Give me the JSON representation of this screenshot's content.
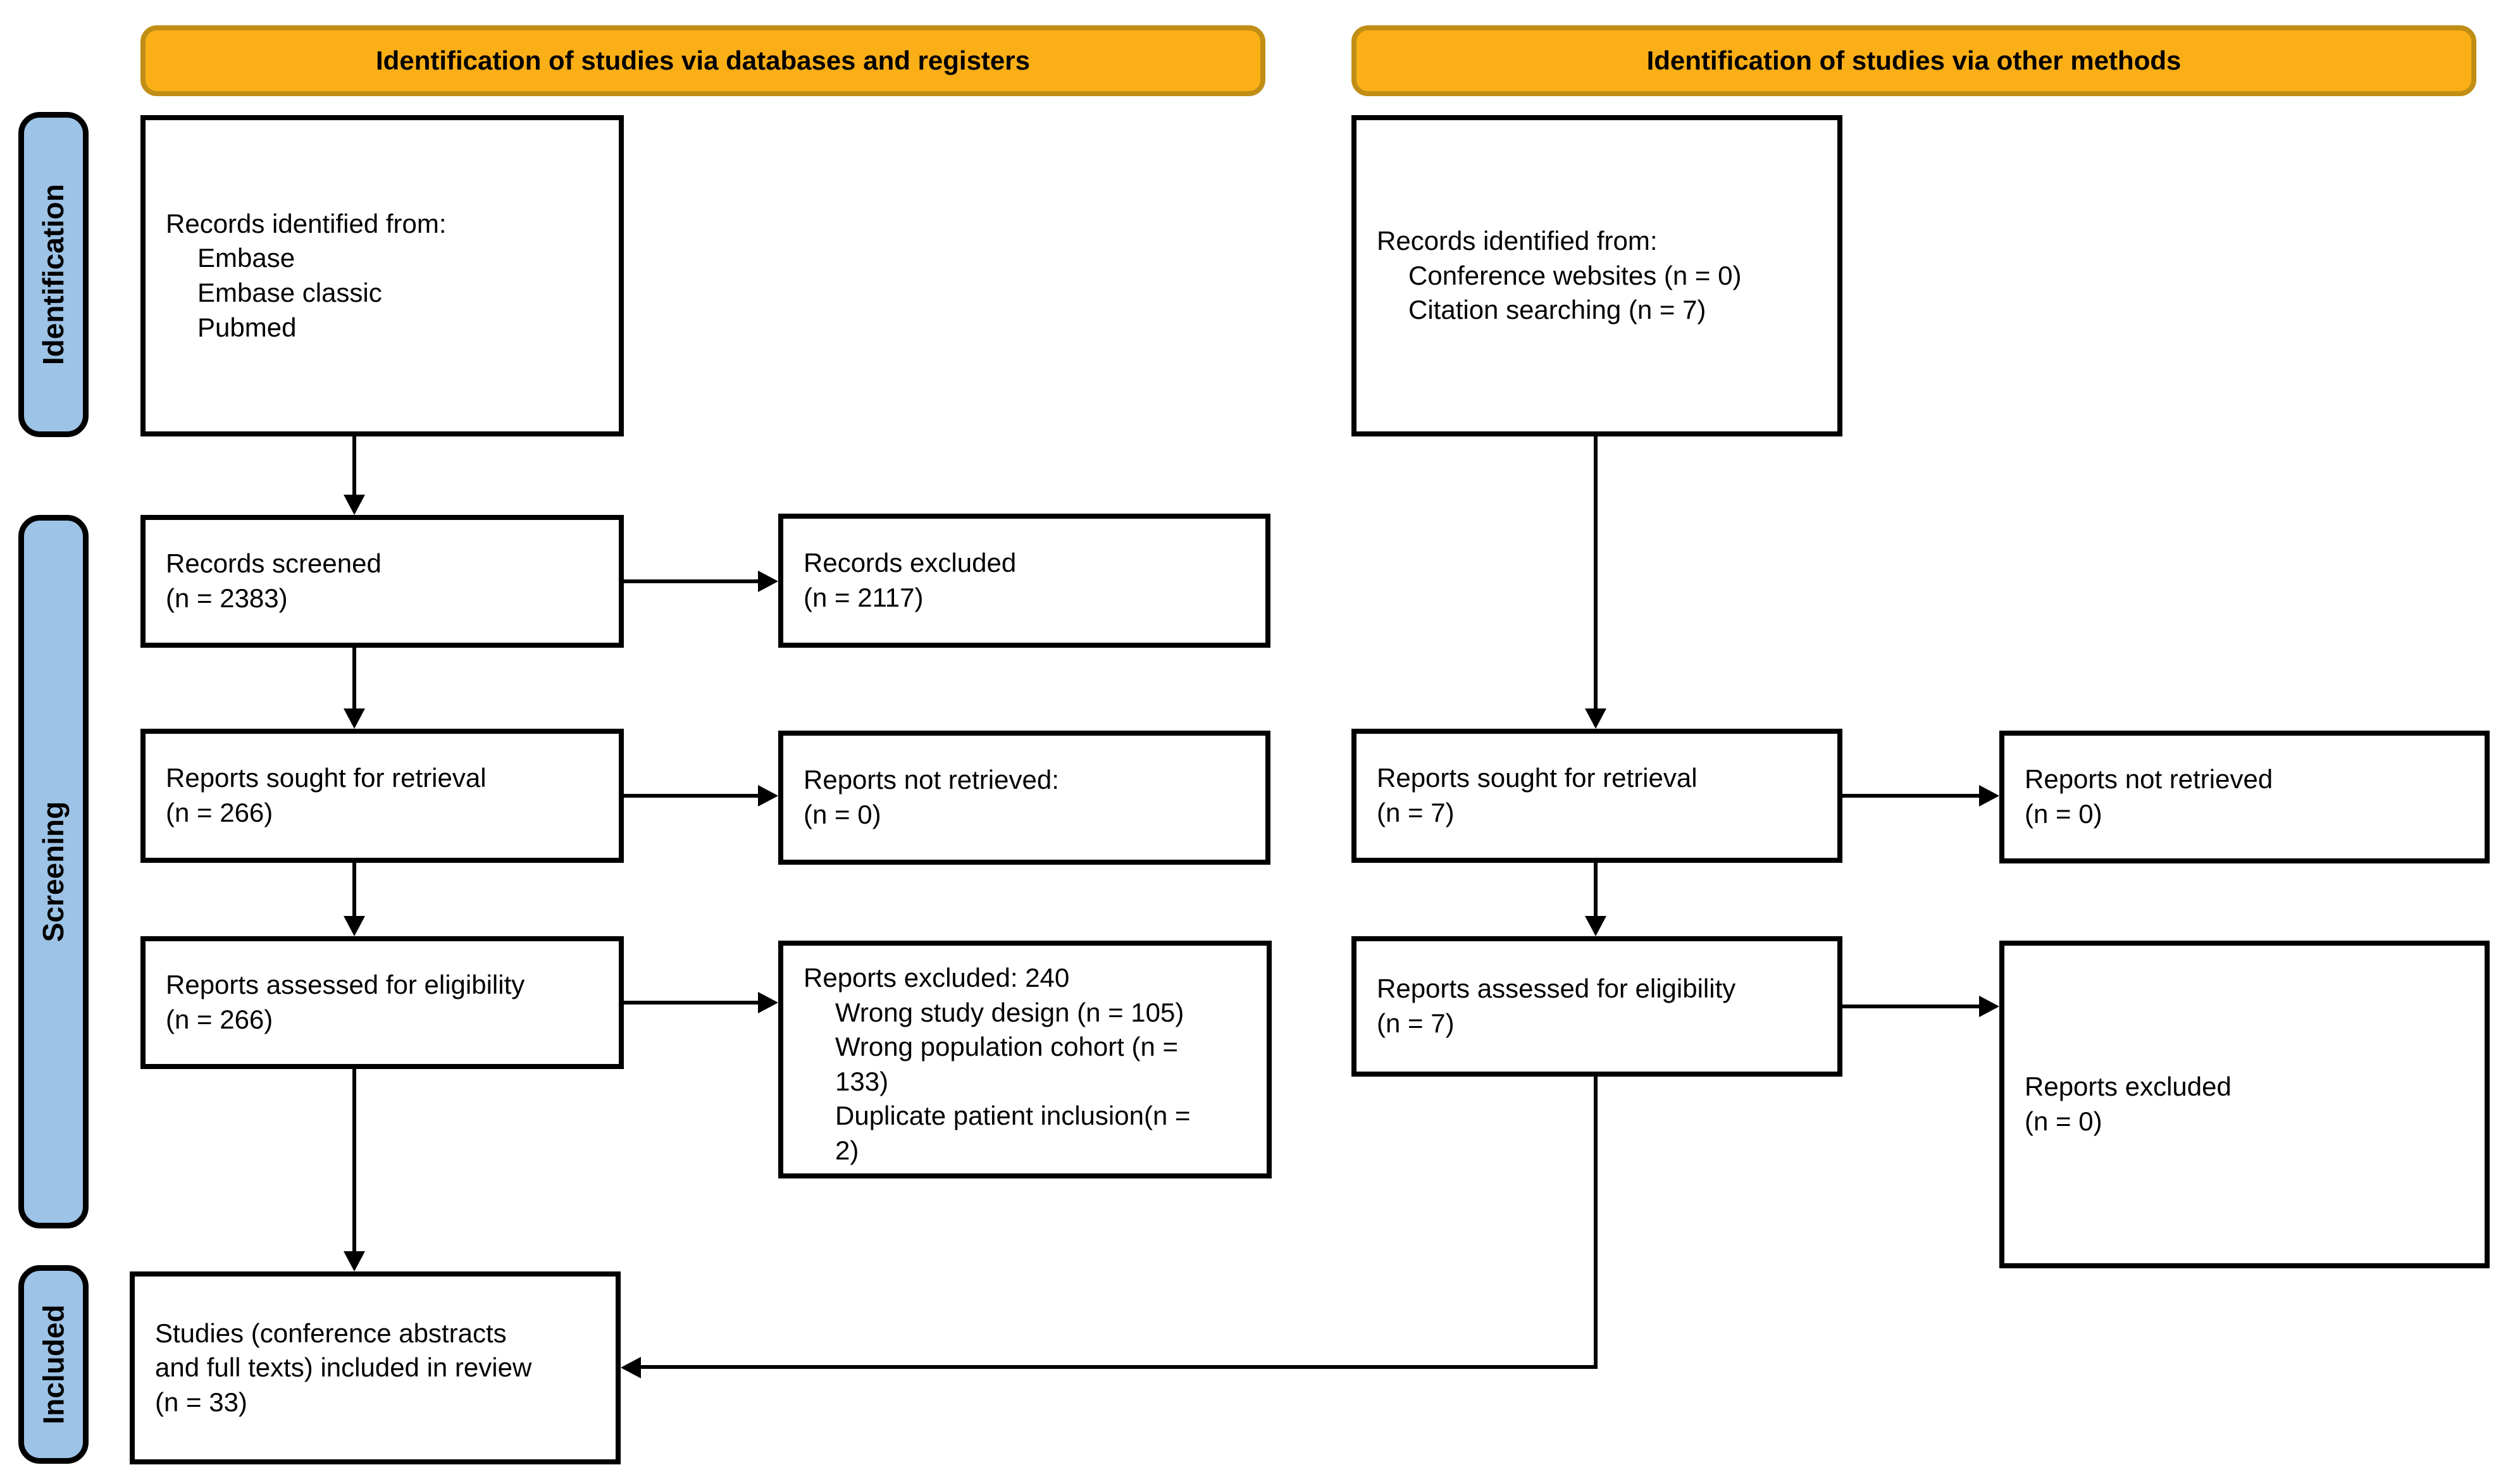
{
  "colors": {
    "banner_fill": "#FBAF17",
    "banner_border": "#C18E15",
    "stage_fill": "#9DC3E6",
    "box_border": "#000000"
  },
  "banners": {
    "left": "Identification of studies via databases and registers",
    "right": "Identification of studies via other methods"
  },
  "stages": [
    {
      "label": "Identification"
    },
    {
      "label": "Screening"
    },
    {
      "label": "Included"
    }
  ],
  "left_column": {
    "records_identified": {
      "heading": "Records identified from:",
      "sources": [
        "Embase",
        "Embase classic",
        "Pubmed"
      ]
    },
    "records_screened": {
      "line1": "Records screened",
      "line2": "(n = 2383)"
    },
    "records_excluded": {
      "line1": "Records excluded",
      "line2": "(n = 2117)"
    },
    "reports_sought": {
      "line1": "Reports sought for retrieval",
      "line2": "(n = 266)"
    },
    "reports_not_retrieved": {
      "line1": "Reports not retrieved:",
      "line2": "(n = 0)"
    },
    "reports_assessed": {
      "line1": "Reports assessed for eligibility",
      "line2": "(n = 266)"
    },
    "reports_excluded": {
      "heading": "Reports excluded: 240",
      "reasons": [
        "Wrong study design (n = 105)",
        "Wrong population cohort (n = 133)",
        "Duplicate patient inclusion(n = 2)"
      ]
    },
    "studies_included": {
      "line1": "Studies (conference abstracts",
      "line2": "and full texts) included in review",
      "line3": "(n = 33)"
    }
  },
  "right_column": {
    "records_identified": {
      "heading": "Records identified from:",
      "sources": [
        "Conference websites (n = 0)",
        "Citation searching (n = 7)"
      ]
    },
    "reports_sought": {
      "line1": "Reports sought for retrieval",
      "line2": "(n = 7)"
    },
    "reports_not_retrieved": {
      "line1": "Reports not retrieved",
      "line2": "(n = 0)"
    },
    "reports_assessed": {
      "line1": "Reports assessed for eligibility",
      "line2": "(n = 7)"
    },
    "reports_excluded": {
      "line1": "Reports excluded",
      "line2": "(n = 0)"
    }
  }
}
